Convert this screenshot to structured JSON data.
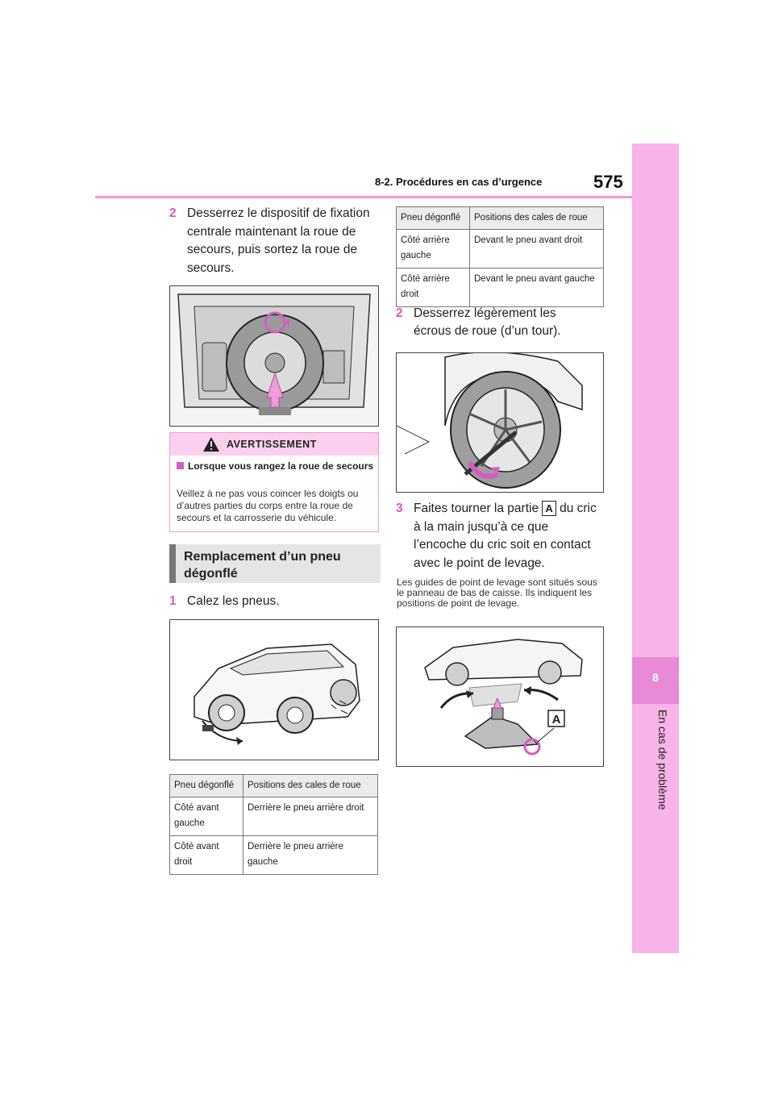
{
  "header": {
    "section": "8-2. Procédures en cas d’urgence",
    "page_number": "575"
  },
  "side_tab": {
    "chapter_number": "8",
    "chapter_label": "En cas de problème"
  },
  "step_left_2": {
    "number": "2",
    "text": "Desserrez le dispositif de fixation centrale maintenant la roue de secours, puis sortez la roue de secours."
  },
  "warning": {
    "title": "AVERTISSEMENT",
    "bullet": "Lorsque vous rangez la roue de secours",
    "text": "Veillez à ne pas vous coincer les doigts ou d’autres parties du corps entre la roue de secours et la carrosserie du véhicule."
  },
  "section": {
    "title": "Remplacement d’un pneu dégonflé"
  },
  "step_left_1": {
    "number": "1",
    "text": "Calez les pneus."
  },
  "table_front": {
    "headers": [
      "Pneu dégonflé",
      "Positions des cales de roue"
    ],
    "rows": [
      [
        "Côté avant gauche",
        "Derrière le pneu arrière droit"
      ],
      [
        "Côté avant droit",
        "Derrière le pneu arrière gauche"
      ]
    ]
  },
  "table_rear": {
    "headers": [
      "Pneu dégonflé",
      "Positions des cales de roue"
    ],
    "rows": [
      [
        "Côté arrière gauche",
        "Devant le pneu avant droit"
      ],
      [
        "Côté arrière droit",
        "Devant le pneu avant gauche"
      ]
    ]
  },
  "step_right_2": {
    "number": "2",
    "text": "Desserrez légèrement les écrous de roue (d’un tour)."
  },
  "step_right_3": {
    "number": "3",
    "text_before": "Faites tourner la partie",
    "label": "A",
    "text_after": "du cric à la main jusqu’à ce que l’encoche du cric soit en contact avec le point de levage."
  },
  "note": {
    "text": "Les guides de point de levage sont situés sous le panneau de bas de caisse. Ils indiquent les positions de point de levage."
  },
  "figure_jack": {
    "label": "A"
  },
  "colors": {
    "accent_pink": "#f29bd8",
    "tab_pink": "#f8b3e8",
    "step_number": "#d75bc2"
  }
}
